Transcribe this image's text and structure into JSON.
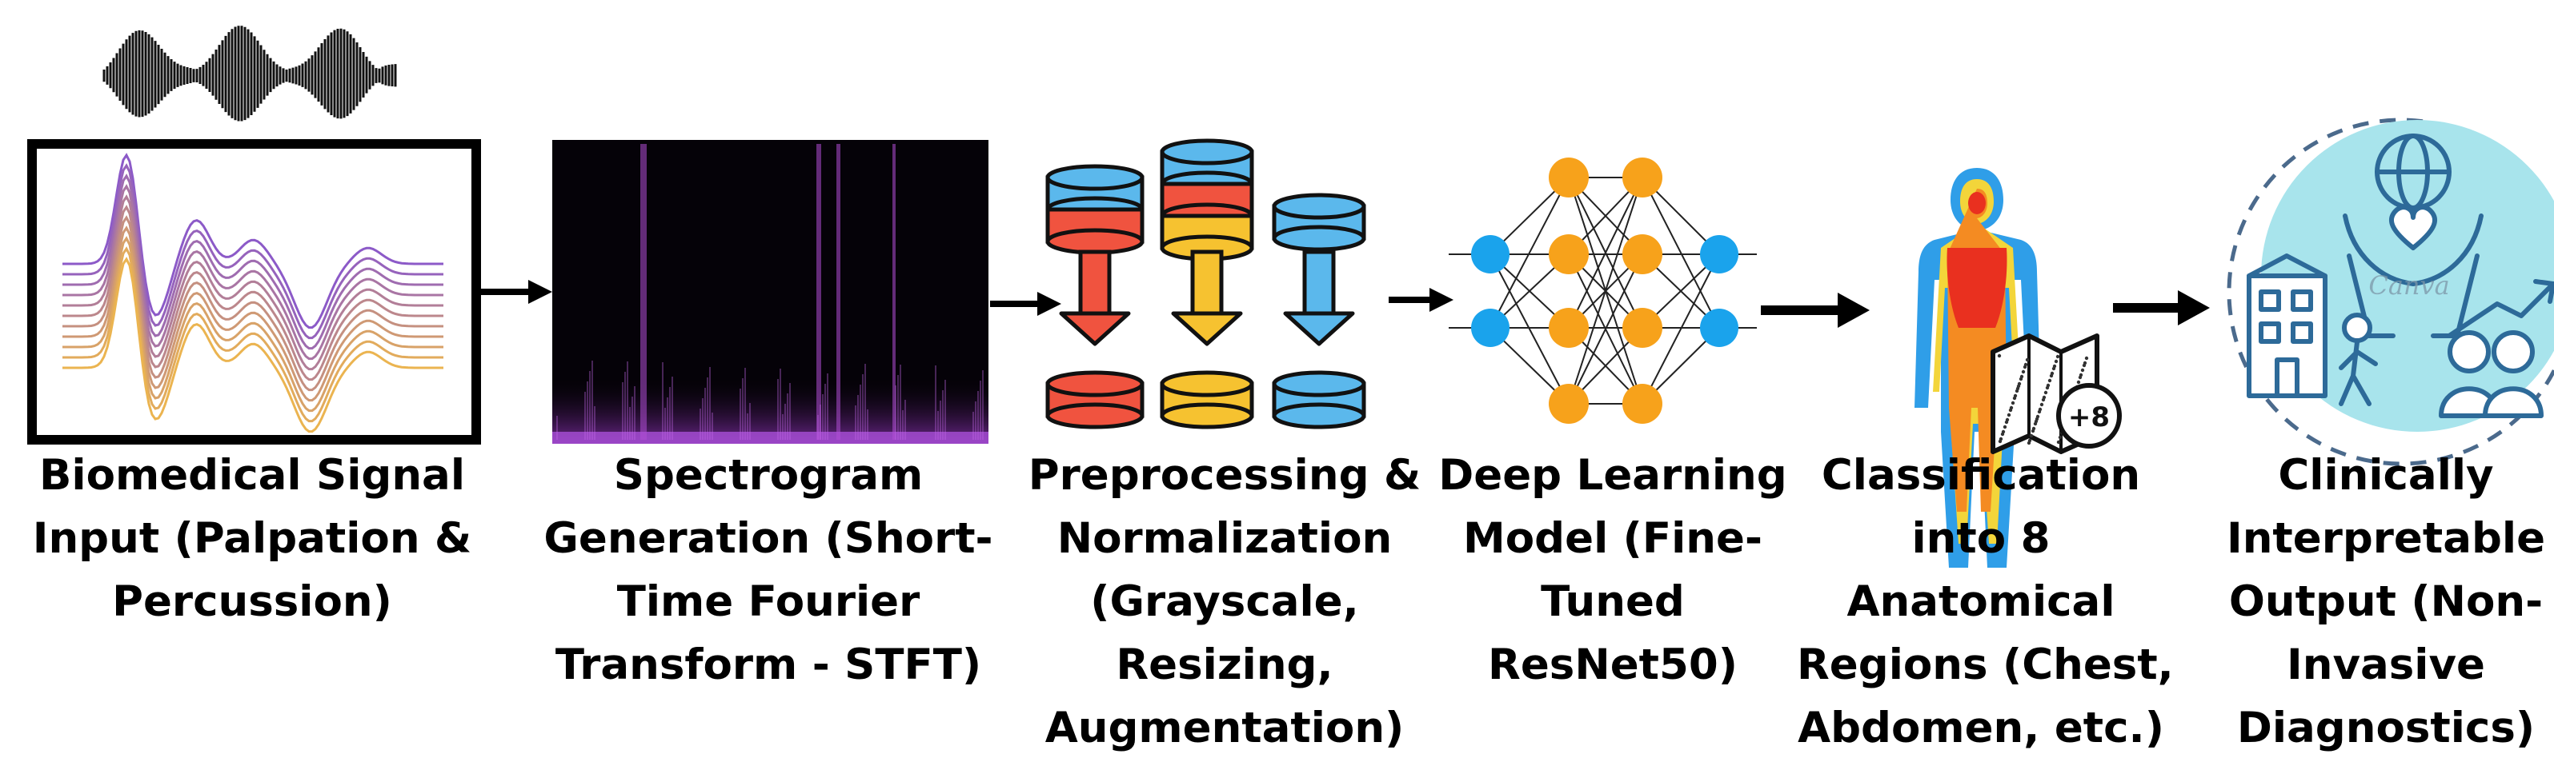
{
  "steps": [
    {
      "lines": [
        "Biomedical Signal",
        "Input (Palpation &",
        "Percussion)"
      ]
    },
    {
      "lines": [
        "Spectrogram",
        "Generation (Short-",
        "Time Fourier",
        "Transform - STFT)"
      ]
    },
    {
      "lines": [
        "Preprocessing &",
        "Normalization",
        "(Grayscale,",
        "Resizing,",
        "Augmentation)"
      ]
    },
    {
      "lines": [
        "Deep Learning",
        "Model (Fine-",
        "Tuned",
        "ResNet50)"
      ]
    },
    {
      "lines": [
        "Classification",
        "into 8",
        "Anatomical",
        "Regions (Chest,",
        "Abdomen, etc.)"
      ]
    },
    {
      "lines": [
        "Clinically",
        "Interpretable",
        "Output (Non-",
        "Invasive",
        "Diagnostics)"
      ]
    }
  ],
  "badge_text": "+8",
  "watermark_text": "Canva",
  "icons": [
    "waveform-icon",
    "spectrogram-image",
    "database-arrows-icon",
    "neural-network-icon",
    "body-heatmap-icon",
    "healthcare-icon"
  ],
  "colors": {
    "red": "#f0533f",
    "yellow": "#f6c230",
    "blue": "#5bb8ec",
    "node_orange": "#f7a21b",
    "node_blue": "#1aa3ec",
    "teal": "#a8e4ec"
  }
}
